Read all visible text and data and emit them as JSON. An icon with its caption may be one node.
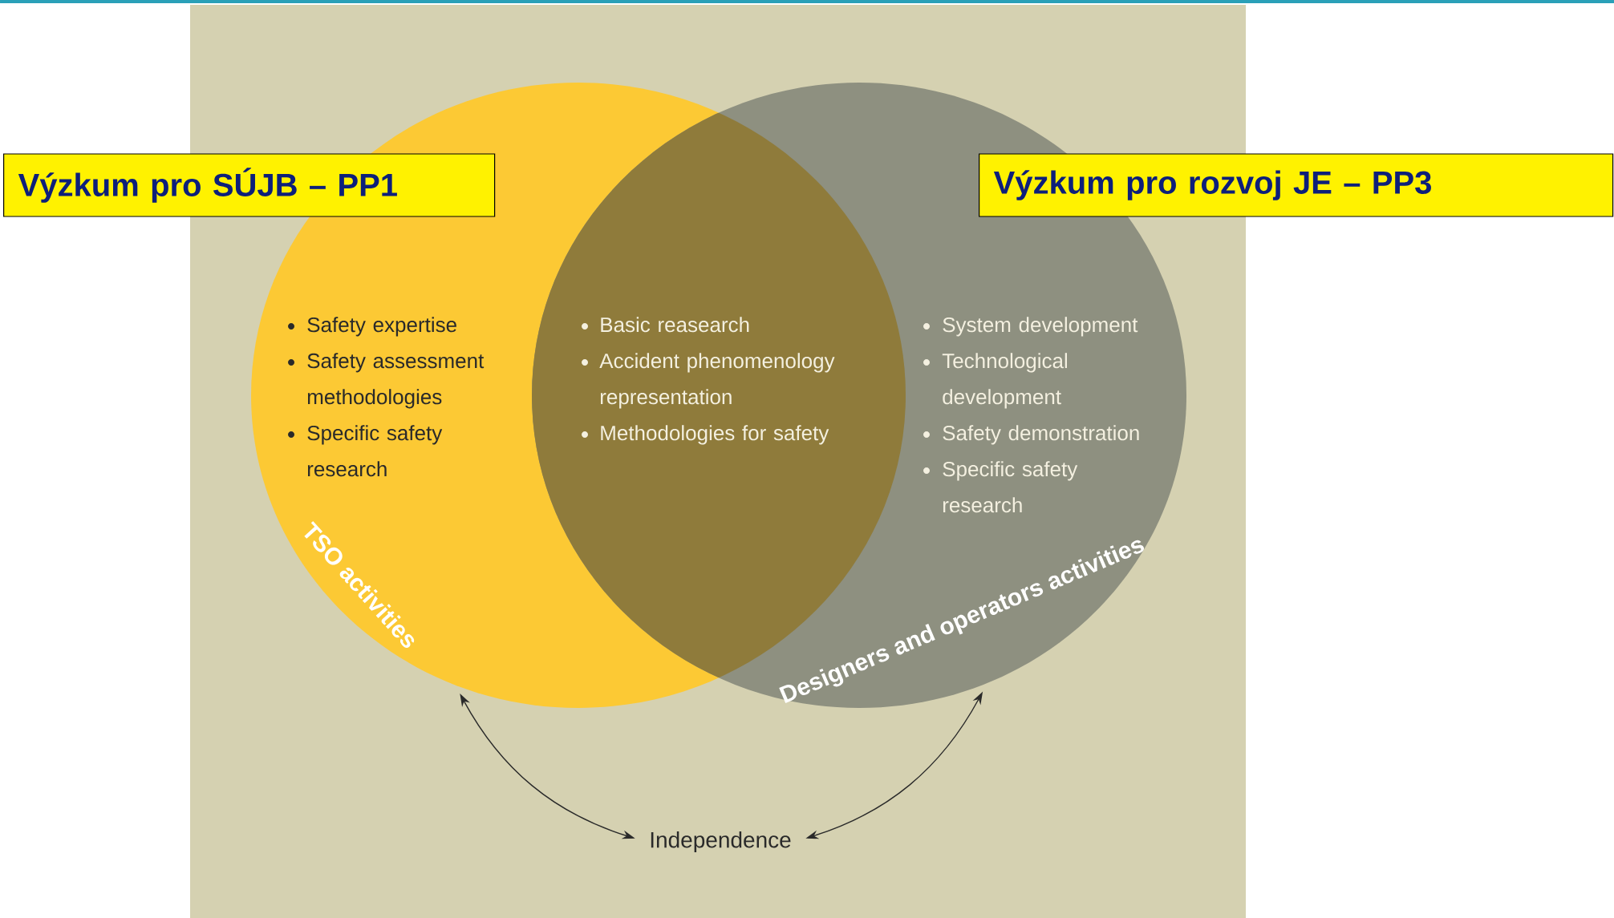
{
  "diagram": {
    "nodes": [
      {
        "text": [
          "Výzkum pro SÚJB – PP1"
        ]
      },
      {
        "text": [
          "Výzkum pro rozvoj JE – PP3"
        ]
      },
      {
        "text": [
          "Safety expertise",
          "Safety assessment methodologies",
          "Specific safety research",
          "TSO activities"
        ]
      },
      {
        "text": [
          "Basic reasearch",
          "Accident phenomenology representation",
          "Methodologies for safety"
        ]
      },
      {
        "text": [
          "System development",
          "Technological development",
          "Safety demonstration",
          "Specific safety research",
          "Designers and operators activities"
        ]
      },
      {
        "text": [
          "Independence"
        ]
      }
    ],
    "edges": [
      {
        "from": 5,
        "to": 2,
        "arrow": "both"
      },
      {
        "from": 5,
        "to": 4,
        "arrow": "both"
      }
    ]
  }
}
